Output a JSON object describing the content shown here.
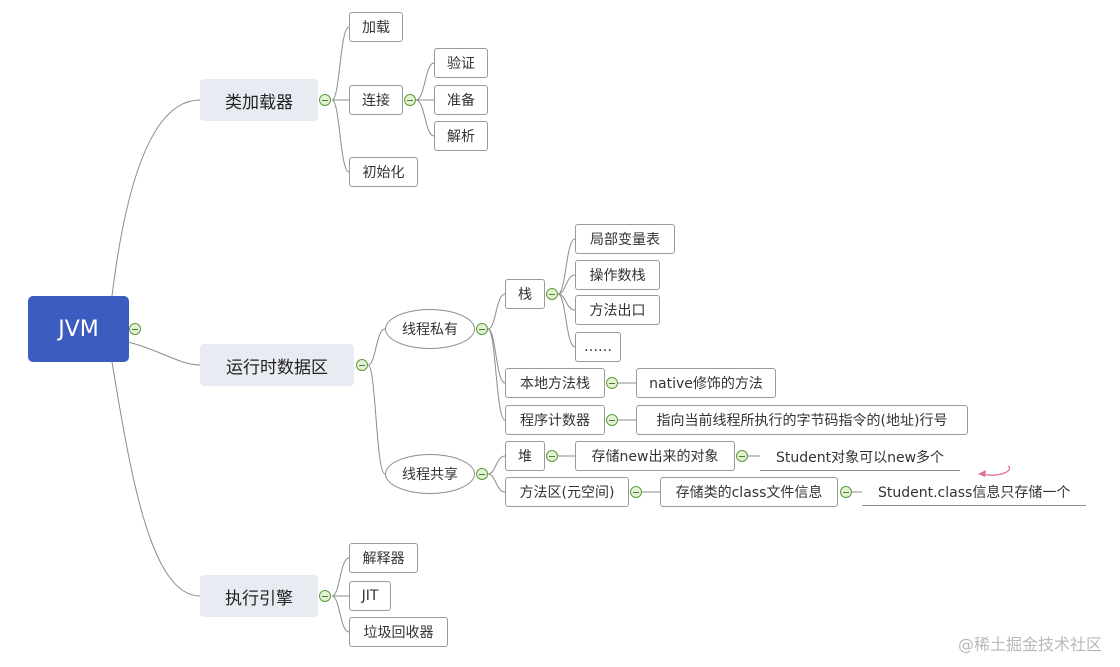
{
  "mindmap": {
    "root": "JVM",
    "class_loader": {
      "label": "类加载器",
      "load": "加载",
      "link": {
        "label": "连接",
        "children": [
          "验证",
          "准备",
          "解析"
        ]
      },
      "init": "初始化"
    },
    "runtime_data_area": {
      "label": "运行时数据区",
      "thread_private": {
        "label": "线程私有",
        "stack": {
          "label": "栈",
          "children": [
            "局部变量表",
            "操作数栈",
            "方法出口",
            "……"
          ]
        },
        "native_stack": {
          "label": "本地方法栈",
          "note": "native修饰的方法"
        },
        "pc_register": {
          "label": "程序计数器",
          "note": "指向当前线程所执行的字节码指令的(地址)行号"
        }
      },
      "thread_shared": {
        "label": "线程共享",
        "heap": {
          "label": "堆",
          "note": "存储new出来的对象",
          "detail": "Student对象可以new多个"
        },
        "method_area": {
          "label": "方法区(元空间)",
          "note": "存储类的class文件信息",
          "detail": "Student.class信息只存储一个"
        }
      }
    },
    "execution_engine": {
      "label": "执行引擎",
      "children": [
        "解释器",
        "JIT",
        "垃圾回收器"
      ]
    }
  },
  "watermark": "@稀土掘金技术社区",
  "colors": {
    "root": "#3d5cbf",
    "major": "#e8ebf2",
    "toggle": "#e3f2d4",
    "line": "#8c8c8c",
    "arrow": "#e0718f"
  }
}
